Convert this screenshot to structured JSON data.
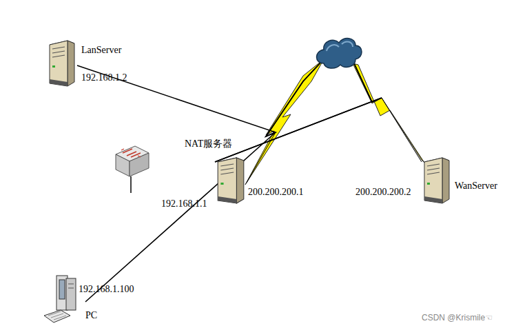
{
  "diagram": {
    "nodes": [
      {
        "text": [
          "LanServer",
          "192.168.1.2"
        ]
      },
      {
        "text": [
          "NAT服务器",
          "192.168.1.1",
          "200.200.200.1"
        ]
      },
      {
        "text": [
          "200.200.200.2",
          "WanServer"
        ]
      },
      {
        "text": [
          "192.168.1.100",
          "PC"
        ]
      }
    ],
    "edges": [
      {
        "from": 0,
        "to": 1,
        "arrow": "none"
      },
      {
        "from": 3,
        "to": 1,
        "arrow": "none"
      },
      {
        "from": 1,
        "to": 2,
        "arrow": "none"
      }
    ],
    "labels": [
      "CSDN @Krismile☜"
    ]
  }
}
